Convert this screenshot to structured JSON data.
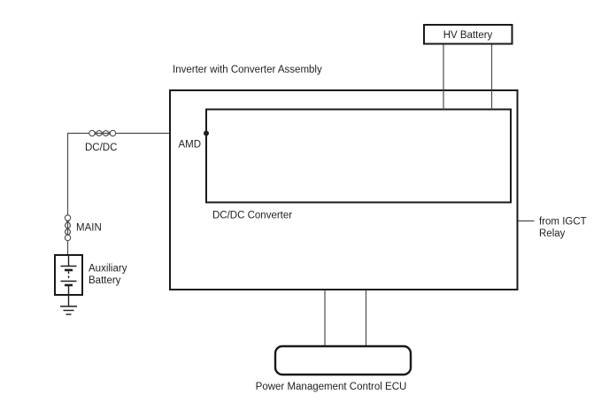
{
  "diagram": {
    "title": "Inverter with Converter Assembly",
    "blocks": {
      "hv_battery": {
        "label": "HV Battery"
      },
      "dcdc_converter": {
        "label": "DC/DC Converter"
      },
      "aux_battery": {
        "label_line1": "Auxiliary",
        "label_line2": "Battery"
      },
      "pm_ecu": {
        "label": "Power Management Control ECU"
      }
    },
    "fuses": {
      "dcdc": {
        "label": "DC/DC"
      },
      "main": {
        "label": "MAIN"
      }
    },
    "terminals": {
      "amd": {
        "label": "AMD"
      }
    },
    "annotations": {
      "igct_line1": "from IGCT",
      "igct_line2": "Relay"
    },
    "colors": {
      "background": "#ffffff",
      "block_stroke": "#1a1a1a",
      "wire_stroke": "#4d4d4d",
      "text": "#1f1f1f"
    }
  }
}
